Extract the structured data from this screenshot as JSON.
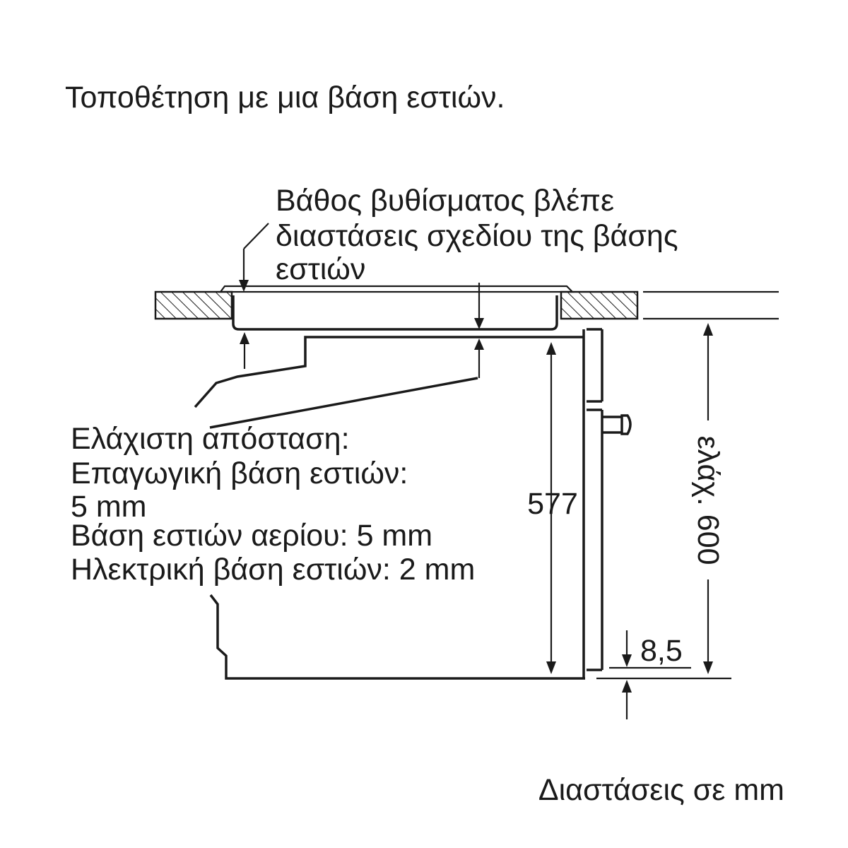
{
  "title": "Τοποθέτηση με μια βάση εστιών.",
  "annotations": {
    "recess_depth": {
      "lines": [
        "Βάθος βυθίσματος βλέπε",
        "διαστάσεις σχεδίου της βάσης",
        "εστιών"
      ]
    },
    "min_distance": {
      "lines": [
        "Ελάχιστη απόσταση:",
        "Επαγωγική βάση εστιών:",
        "5 mm",
        "Βάση εστιών αερίου: 5 mm",
        "Ηλεκτρική βάση εστιών: 2 mm"
      ]
    }
  },
  "dimensions": {
    "oven_height": "577",
    "niche_height": "ελάχ. 600",
    "bottom_offset": "8,5"
  },
  "units_note": "Διαστάσεις σε mm"
}
